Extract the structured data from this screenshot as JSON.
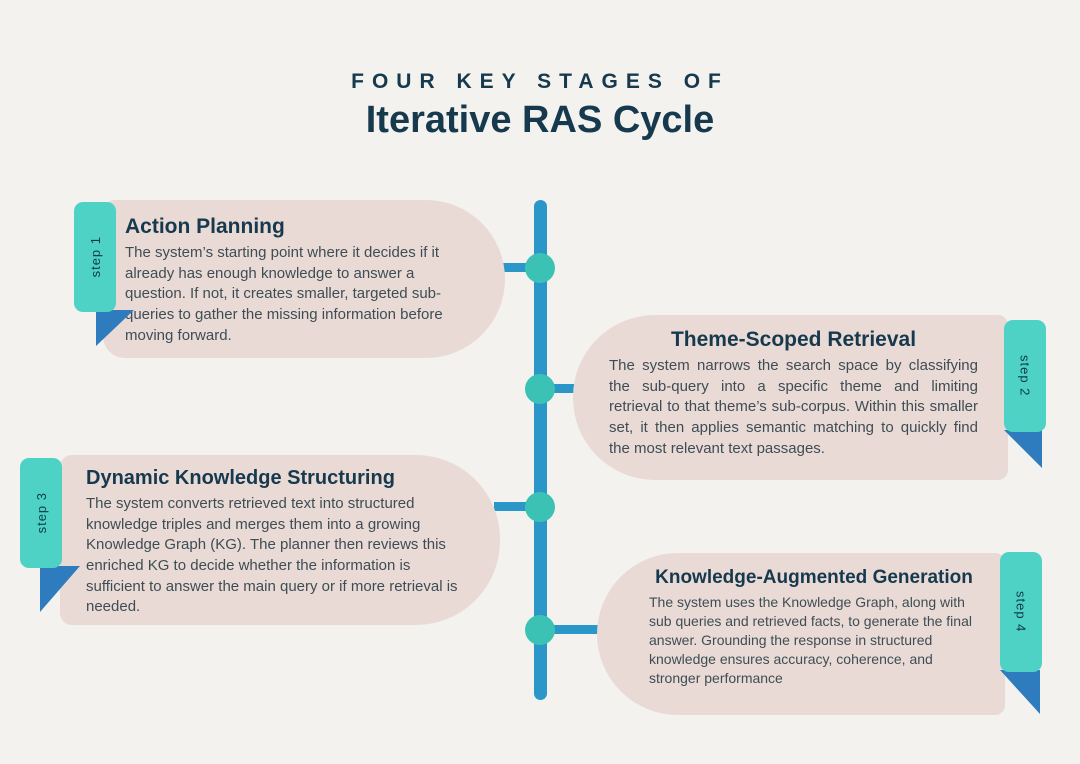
{
  "header": {
    "kicker": "FOUR KEY STAGES OF",
    "title": "Iterative RAS Cycle"
  },
  "steps": [
    {
      "label": "step 1",
      "title": "Action Planning",
      "body": "The system’s starting point where it decides if it already has enough knowledge to answer a question. If not, it creates smaller, targeted sub-queries to gather the missing information before moving forward."
    },
    {
      "label": "step 2",
      "title": "Theme-Scoped Retrieval",
      "body": "The system narrows the search space by classifying the sub-query into a specific theme and limiting retrieval to that theme’s sub-corpus. Within this smaller set, it then applies semantic matching to quickly find the most relevant text passages."
    },
    {
      "label": "step 3",
      "title": "Dynamic Knowledge Structuring",
      "body": "The system converts retrieved text into structured knowledge triples and merges them into a growing Knowledge Graph (KG). The planner then reviews this enriched KG to decide whether the information is sufficient to answer the main query or if more retrieval is needed."
    },
    {
      "label": "step 4",
      "title": "Knowledge-Augmented Generation",
      "body": "The system uses the Knowledge Graph, along with sub queries and retrieved facts, to generate the final answer. Grounding the response in structured knowledge ensures accuracy, coherence, and stronger performance"
    }
  ],
  "colors": {
    "background": "#f3f2ef",
    "card": "#e9dad5",
    "tab": "#4fd2c6",
    "node": "#3bc2b5",
    "timeline": "#2b97c9",
    "fold": "#2e7cbe",
    "heading": "#17394e",
    "body_text": "#3e4d55"
  }
}
